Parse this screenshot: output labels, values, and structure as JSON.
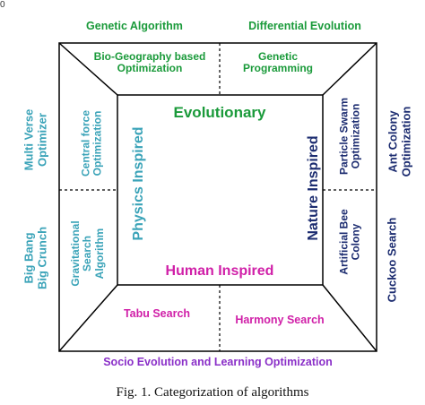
{
  "corner_mark": "0",
  "outer": {
    "top_left": "Genetic Algorithm",
    "top_right": "Differential Evolution",
    "left_top": [
      "Multi Verse",
      "Optimizer"
    ],
    "left_bottom": [
      "Big Bang",
      "Big Crunch"
    ],
    "right_top": [
      "Ant Colony",
      "Optimization"
    ],
    "right_bottom": "Cuckoo Search",
    "bottom": "Socio Evolution and Learning Optimization"
  },
  "trapezoids": {
    "top_left": [
      "Bio-Geography based",
      "Optimization"
    ],
    "top_right": [
      "Genetic",
      "Programming"
    ],
    "left_top": [
      "Central force",
      "Optimization"
    ],
    "left_bottom": [
      "Gravitational",
      "Search",
      "Algorithm"
    ],
    "right_top": [
      "Particle Swarm",
      "Optimization"
    ],
    "right_bottom": [
      "Artificial Bee",
      "Colony"
    ],
    "bottom_left": "Tabu Search",
    "bottom_right": "Harmony Search"
  },
  "inner": {
    "top": "Evolutionary",
    "left": "Physics Inspired",
    "right": "Nature Inspired",
    "bottom": "Human Inspired"
  },
  "caption": "Fig. 1.  Categorization of algorithms",
  "colors": {
    "evolutionary": "#1a9a3a",
    "physics": "#3aa3b8",
    "nature": "#1c2c70",
    "human": "#d020a8",
    "socio": "#8a2fc8"
  }
}
